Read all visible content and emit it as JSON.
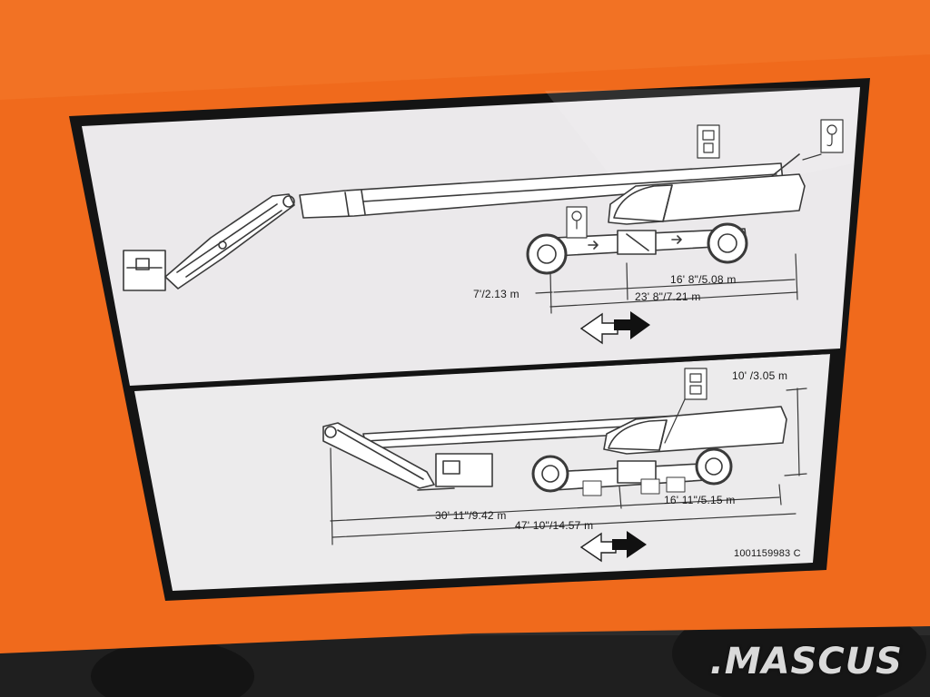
{
  "colors": {
    "machine_body": "#f06a1c",
    "decal_background": "#ebe9eb",
    "decal_border": "#141414",
    "line_art": "#3a3a3a"
  },
  "top_panel": {
    "dim_axle_to_rear": "7'/2.13 m",
    "dim_wheelbase": "16' 8\"/5.08 m",
    "dim_overall": "23' 8\"/7.21 m",
    "icons": [
      "tie-down-point-icon",
      "lift-point-icon",
      "direction-arrows-icon"
    ]
  },
  "bottom_panel": {
    "dim_height": "10' /3.05 m",
    "dim_front_overhang": "30' 11\"/9.42 m",
    "dim_wheelbase": "16' 11\"/5.15 m",
    "dim_overall": "47' 10\"/14.57 m",
    "icons": [
      "tie-down-point-icon",
      "lift-point-icon",
      "direction-arrows-icon"
    ]
  },
  "part_number": "1001159983 C",
  "watermark": ".MASCUS"
}
